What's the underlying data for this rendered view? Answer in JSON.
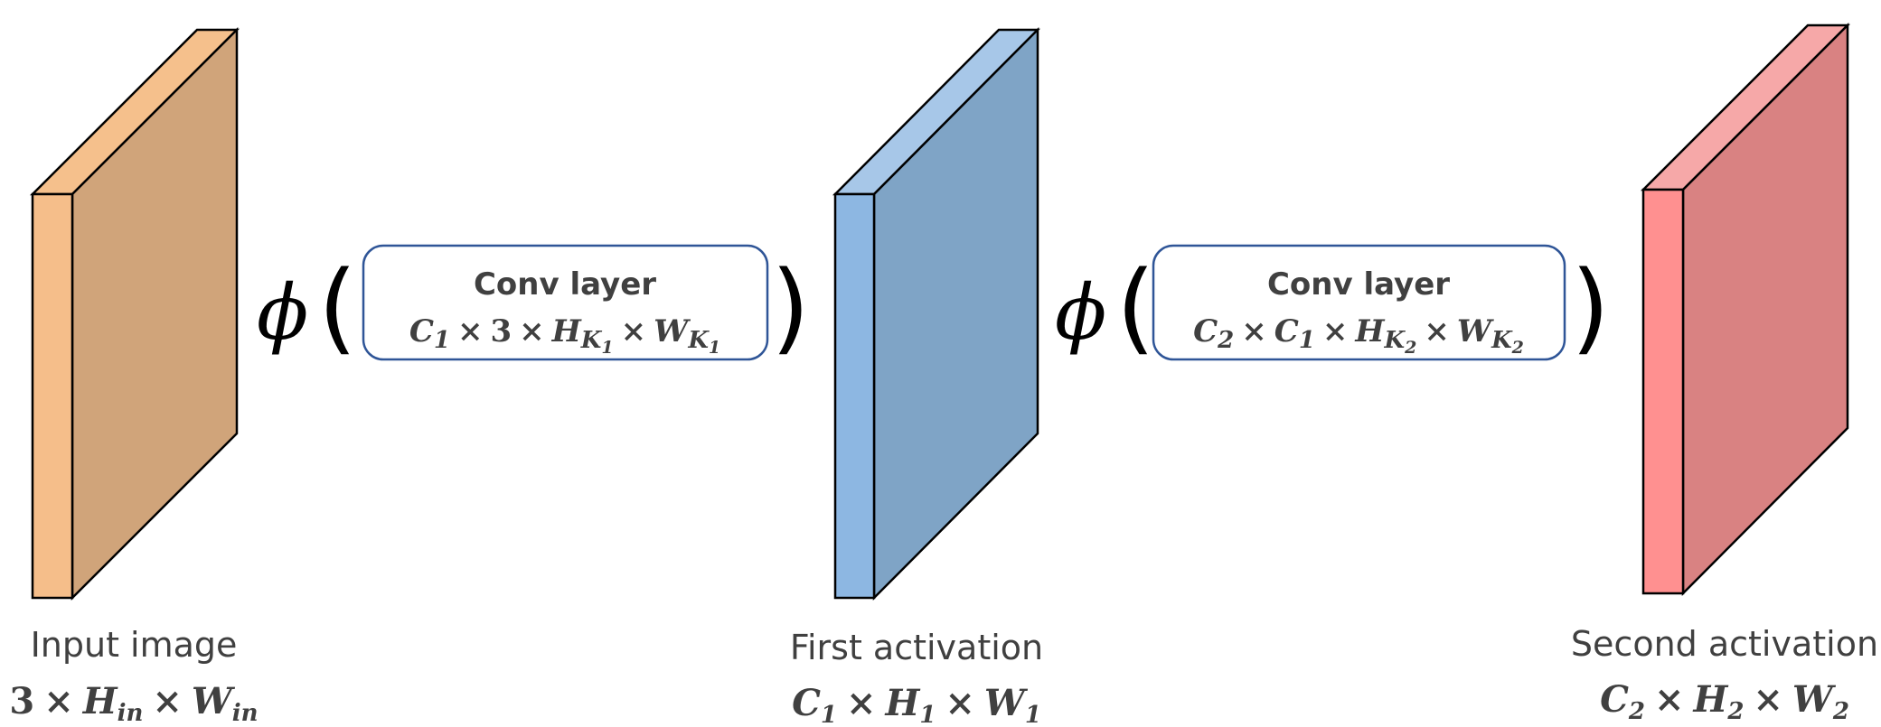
{
  "blocks": [
    {
      "caption": "Input image",
      "dims": {
        "c": "3",
        "h": "H",
        "h_sub": "in",
        "w": "W",
        "w_sub": "in"
      },
      "colors": {
        "top": "#F5C08C",
        "front": "#F5BE8A",
        "side": "#D0A47A"
      }
    },
    {
      "caption": "First activation",
      "dims": {
        "c": "C",
        "c_sub": "1",
        "h": "H",
        "h_sub": "1",
        "w": "W",
        "w_sub": "1"
      },
      "colors": {
        "top": "#A7C7E8",
        "front": "#8DB7E2",
        "side": "#7FA4C6"
      }
    },
    {
      "caption": "Second activation",
      "dims": {
        "c": "C",
        "c_sub": "2",
        "h": "H",
        "h_sub": "2",
        "w": "W",
        "w_sub": "2"
      },
      "colors": {
        "top": "#F6A8A8",
        "front": "#FF9090",
        "side": "#D98282"
      }
    }
  ],
  "operators": [
    {
      "phi": "ϕ",
      "open": "(",
      "close": ")",
      "box": {
        "title": "Conv layer",
        "f1": "C",
        "f1_sub": "1",
        "f2": "3",
        "f3": "H",
        "f3_sub": "K",
        "f3_ssub": "1",
        "f4": "W",
        "f4_sub": "K",
        "f4_ssub": "1"
      }
    },
    {
      "phi": "ϕ",
      "open": "(",
      "close": ")",
      "box": {
        "title": "Conv layer",
        "f1": "C",
        "f1_sub": "2",
        "f2": "C",
        "f2_sub": "1",
        "f3": "H",
        "f3_sub": "K",
        "f3_ssub": "2",
        "f4": "W",
        "f4_sub": "K",
        "f4_ssub": "2"
      }
    }
  ],
  "symbols": {
    "times": "×"
  },
  "style": {
    "box_border": "#2F5597",
    "outline": "#000000"
  }
}
